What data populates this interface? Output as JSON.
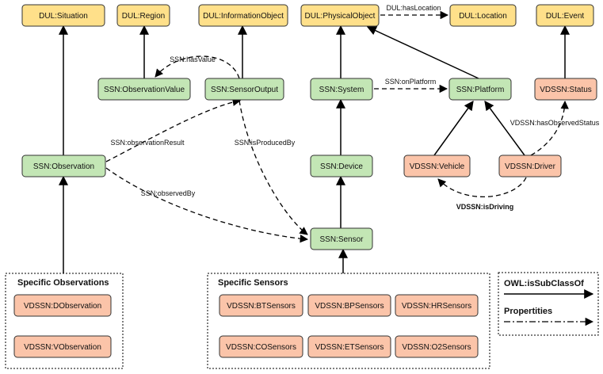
{
  "colors": {
    "dul": "#ffe08a",
    "ssn": "#c3e6b5",
    "vdssn": "#fbc4a9",
    "stroke": "#333333",
    "line": "#000000"
  },
  "nodes": {
    "dul_situation": "DUL:Situation",
    "dul_region": "DUL:Region",
    "dul_informationobject": "DUL:InformationObject",
    "dul_physicalobject": "DUL:PhysicalObject",
    "dul_location": "DUL:Location",
    "dul_event": "DUL:Event",
    "ssn_observationvalue": "SSN:ObservationValue",
    "ssn_sensoroutput": "SSN:SensorOutput",
    "ssn_system": "SSN:System",
    "ssn_platform": "SSN:Platform",
    "vdssn_status": "VDSSN:Status",
    "ssn_observation": "SSN:Observation",
    "ssn_device": "SSN:Device",
    "vdssn_vehicle": "VDSSN:Vehicle",
    "vdssn_driver": "VDSSN:Driver",
    "ssn_sensor": "SSN:Sensor",
    "vdssn_dobservation": "VDSSN:DObservation",
    "vdssn_vobservation": "VDSSN:VObservation",
    "vdssn_btsensors": "VDSSN:BTSensors",
    "vdssn_bpsensors": "VDSSN:BPSensors",
    "vdssn_hrsensors": "VDSSN:HRSensors",
    "vdssn_cosensors": "VDSSN:COSensors",
    "vdssn_etsensors": "VDSSN:ETSensors",
    "vdssn_o2sensors": "VDSSN:O2Sensors"
  },
  "edge_labels": {
    "has_location": "DUL:hasLocation",
    "has_value": "SSN:hasValue",
    "on_platform": "SSN:onPlatform",
    "observation_result": "SSN:observationResult",
    "is_produced_by": "SSN:isProducedBy",
    "has_observed_status": "VDSSN:hasObservedStatus",
    "observed_by": "SSN:observedBy",
    "is_driving": "VDSSN:isDriving"
  },
  "groups": {
    "specific_observations": "Specific Observations",
    "specific_sensors": "Specific Sensors"
  },
  "legend": {
    "subclass": "OWL:isSubClassOf",
    "properties": "Propertities"
  }
}
